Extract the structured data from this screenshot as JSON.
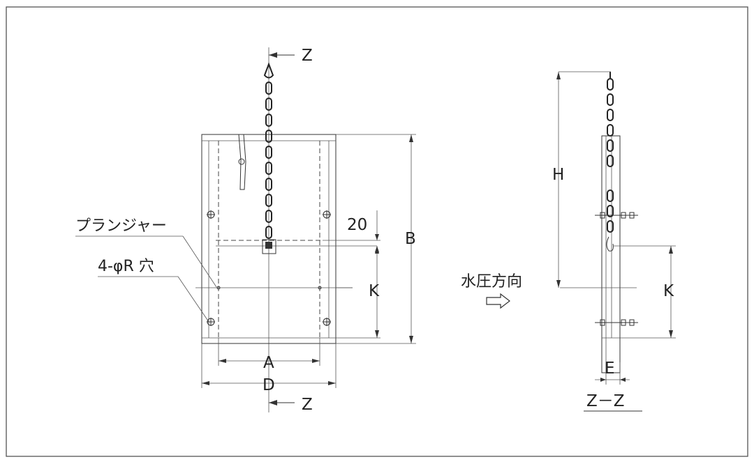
{
  "labels": {
    "section_top": "Z",
    "section_bottom": "Z",
    "plunger": "プランジャー",
    "holes": "4-φR 穴",
    "dim_20": "20",
    "dim_B": "B",
    "dim_K_front": "K",
    "dim_A": "A",
    "dim_D": "D",
    "water_pressure": "水圧方向",
    "dim_H": "H",
    "dim_K_side": "K",
    "dim_E": "E",
    "section_name": "Z－Z"
  },
  "icons": {
    "water_arrow": "outline-right-arrow-icon"
  },
  "colors": {
    "line": "#333333",
    "background": "#ffffff"
  }
}
